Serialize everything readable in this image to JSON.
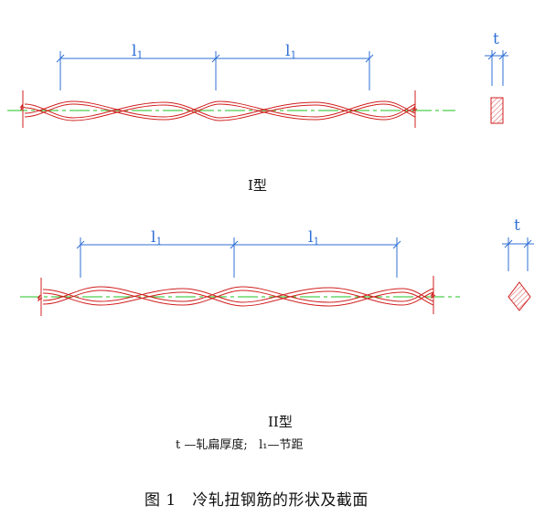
{
  "diagram": {
    "colors": {
      "bar": "#d11f1f",
      "axis": "#22c322",
      "dimension": "#2f6fd6",
      "text": "#111111"
    },
    "dims": {
      "pitch_main": "l",
      "pitch_sub": "1",
      "thickness": "t"
    },
    "labels": {
      "type1": "I型",
      "type2": "II型",
      "legend": "t —轧扁厚度;   l₁—节距",
      "caption": "图 1   冷轧扭钢筋的形状及截面"
    }
  }
}
